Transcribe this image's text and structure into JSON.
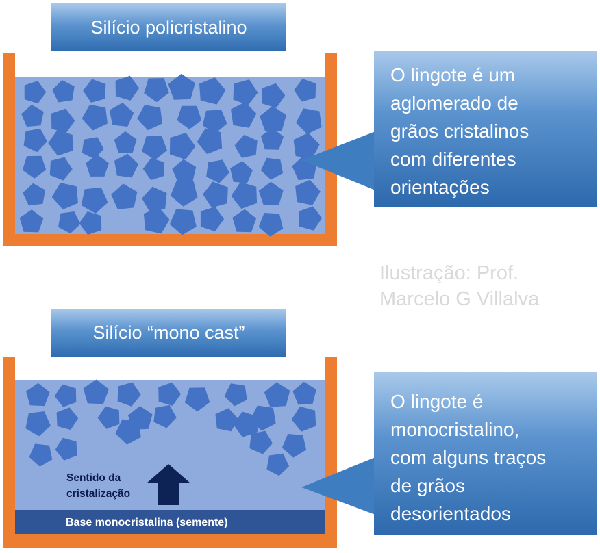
{
  "top": {
    "title": "Silício policristalino",
    "callout_lines": [
      "O lingote é um",
      "aglomerado de",
      "grãos cristalinos",
      "com diferentes",
      "orientações"
    ]
  },
  "bottom": {
    "title": "Silício “mono cast”",
    "callout_lines": [
      "O lingote é",
      "monocristalino,",
      "com alguns traços",
      "de grãos",
      "desorientados"
    ],
    "arrow_label_lines": [
      "Sentido da",
      "cristalização"
    ],
    "base_label": "Base monocristalina (semente)"
  },
  "credit_lines": [
    "Ilustração: Prof.",
    "Marcelo G Villalva"
  ],
  "colors": {
    "crucible": "#ed7d31",
    "melt": "#8faadc",
    "grain": "#4472c4",
    "seed_base": "#2f5597",
    "arrow": "#0d2255",
    "credit_text": "#d9d9d9"
  },
  "icons": [
    "pentagon-grain-icon",
    "up-arrow-icon"
  ]
}
